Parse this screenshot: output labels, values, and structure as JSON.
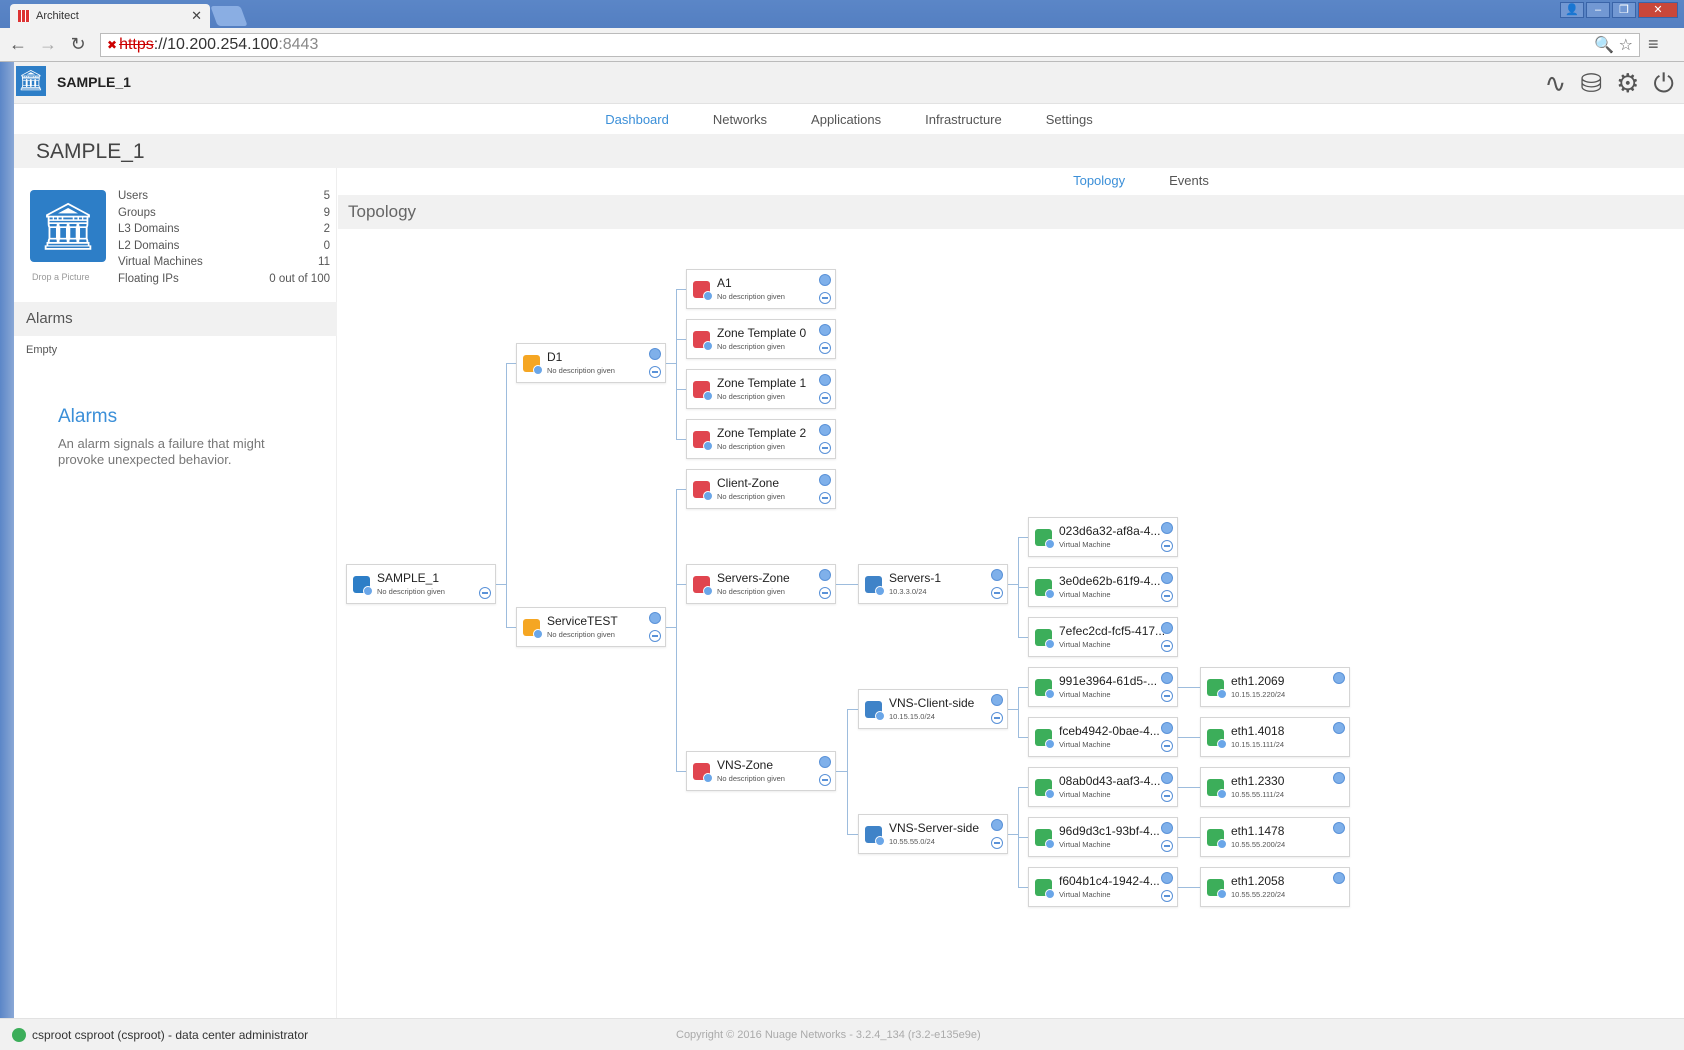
{
  "browser": {
    "tab_title": "Architect",
    "url_protocol": "https",
    "url_host": "://10.200.254.100",
    "url_port": ":8443"
  },
  "app": {
    "enterprise_name": "SAMPLE_1",
    "nav": [
      "Dashboard",
      "Networks",
      "Applications",
      "Infrastructure",
      "Settings"
    ],
    "page_title": "SAMPLE_1"
  },
  "summary": {
    "drop_text": "Drop a Picture",
    "stats": [
      {
        "label": "Users",
        "value": "5"
      },
      {
        "label": "Groups",
        "value": "9"
      },
      {
        "label": "L3 Domains",
        "value": "2"
      },
      {
        "label": "L2 Domains",
        "value": "0"
      },
      {
        "label": "Virtual Machines",
        "value": "11"
      },
      {
        "label": "Floating IPs",
        "value": "0 out of 100"
      }
    ]
  },
  "alarms": {
    "heading": "Alarms",
    "empty": "Empty",
    "title": "Alarms",
    "description": "An alarm signals a failure that might provoke unexpected behavior."
  },
  "subnav": [
    "Topology",
    "Events"
  ],
  "topology": {
    "heading": "Topology",
    "nodes": [
      {
        "id": "ent",
        "kind": "ent",
        "title": "SAMPLE_1",
        "sub": "No description given"
      },
      {
        "id": "d1",
        "kind": "dom",
        "title": "D1",
        "sub": "No description given"
      },
      {
        "id": "svc",
        "kind": "dom",
        "title": "ServiceTEST",
        "sub": "No description given"
      },
      {
        "id": "a1",
        "kind": "zone",
        "title": "A1",
        "sub": "No description given"
      },
      {
        "id": "zt0",
        "kind": "zone",
        "title": "Zone Template 0",
        "sub": "No description given"
      },
      {
        "id": "zt1",
        "kind": "zone",
        "title": "Zone Template 1",
        "sub": "No description given"
      },
      {
        "id": "zt2",
        "kind": "zone",
        "title": "Zone Template 2",
        "sub": "No description given"
      },
      {
        "id": "cz",
        "kind": "zone",
        "title": "Client-Zone",
        "sub": "No description given"
      },
      {
        "id": "sz",
        "kind": "zone",
        "title": "Servers-Zone",
        "sub": "No description given"
      },
      {
        "id": "vz",
        "kind": "zone",
        "title": "VNS-Zone",
        "sub": "No description given"
      },
      {
        "id": "s1",
        "kind": "sub",
        "title": "Servers-1",
        "sub": "10.3.3.0/24"
      },
      {
        "id": "vc",
        "kind": "sub",
        "title": "VNS-Client-side",
        "sub": "10.15.15.0/24"
      },
      {
        "id": "vs",
        "kind": "sub",
        "title": "VNS-Server-side",
        "sub": "10.55.55.0/24"
      },
      {
        "id": "vm1",
        "kind": "vm",
        "title": "023d6a32-af8a-4...",
        "sub": "Virtual Machine"
      },
      {
        "id": "vm2",
        "kind": "vm",
        "title": "3e0de62b-61f9-4...",
        "sub": "Virtual Machine"
      },
      {
        "id": "vm3",
        "kind": "vm",
        "title": "7efec2cd-fcf5-417...",
        "sub": "Virtual Machine"
      },
      {
        "id": "vm4",
        "kind": "vm",
        "title": "991e3964-61d5-...",
        "sub": "Virtual Machine"
      },
      {
        "id": "vm5",
        "kind": "vm",
        "title": "fceb4942-0bae-4...",
        "sub": "Virtual Machine"
      },
      {
        "id": "vm6",
        "kind": "vm",
        "title": "08ab0d43-aaf3-4...",
        "sub": "Virtual Machine"
      },
      {
        "id": "vm7",
        "kind": "vm",
        "title": "96d9d3c1-93bf-4...",
        "sub": "Virtual Machine"
      },
      {
        "id": "vm8",
        "kind": "vm",
        "title": "f604b1c4-1942-4...",
        "sub": "Virtual Machine"
      },
      {
        "id": "vp1",
        "kind": "vport",
        "title": "eth1.2069",
        "sub": "10.15.15.220/24"
      },
      {
        "id": "vp2",
        "kind": "vport",
        "title": "eth1.4018",
        "sub": "10.15.15.111/24"
      },
      {
        "id": "vp3",
        "kind": "vport",
        "title": "eth1.2330",
        "sub": "10.55.55.111/24"
      },
      {
        "id": "vp4",
        "kind": "vport",
        "title": "eth1.1478",
        "sub": "10.55.55.200/24"
      },
      {
        "id": "vp5",
        "kind": "vport",
        "title": "eth1.2058",
        "sub": "10.55.55.220/24"
      }
    ]
  },
  "footer": {
    "user": "csproot csproot (csproot) - data center administrator",
    "copyright": "Copyright © 2016 Nuage Networks - 3.2.4_134 (r3.2-e135e9e)"
  }
}
